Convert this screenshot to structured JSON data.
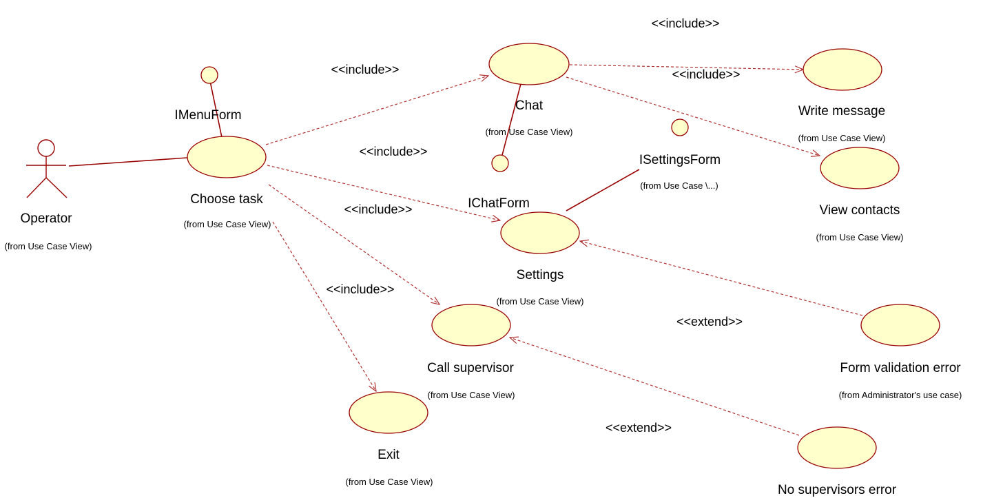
{
  "actor": {
    "name": "Operator",
    "from": "(from Use Case View)"
  },
  "interfaces": {
    "menu": "IMenuForm",
    "chat": "IChatForm",
    "settings": "ISettingsForm",
    "settings_from": "(from Use Case \\...)"
  },
  "use_cases": {
    "choose_task": {
      "name": "Choose task",
      "from": "(from Use Case View)"
    },
    "chat": {
      "name": "Chat",
      "from": "(from Use Case View)"
    },
    "write_message": {
      "name": "Write message",
      "from": "(from Use Case View)"
    },
    "view_contacts": {
      "name": "View contacts",
      "from": "(from Use Case View)"
    },
    "settings": {
      "name": "Settings",
      "from": "(from Use Case View)"
    },
    "call_supervisor": {
      "name": "Call supervisor",
      "from": "(from Use Case View)"
    },
    "exit": {
      "name": "Exit",
      "from": "(from Use Case View)"
    },
    "form_validation_error": {
      "name": "Form validation error",
      "from": "(from Administrator's use case)"
    },
    "no_supervisors_error": {
      "name": "No supervisors error"
    }
  },
  "stereotypes": {
    "include": "<<include>>",
    "extend": "<<extend>>"
  }
}
